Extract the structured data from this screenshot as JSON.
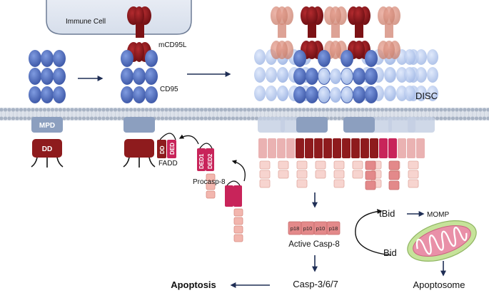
{
  "labels": {
    "immune_cell": "Immune Cell",
    "mcd95l": "mCD95L",
    "mpd": "MPD",
    "dd": "DD",
    "cd95": "CD95",
    "fadd_dd": "DD",
    "fadd_ded": "DED",
    "fadd": "FADD",
    "ded1": "DED1",
    "ded2": "DED2",
    "procasp8": "Procasp-8",
    "disc": "DISC",
    "p18_a": "p18",
    "p10_a": "p10",
    "p10_b": "p10",
    "p18_b": "p18",
    "active_casp8": "Active Casp-8",
    "tbid": "tBid",
    "bid": "Bid",
    "momp": "MOMP",
    "apoptosome": "Apoptosome",
    "casp367": "Casp-3/6/7",
    "apoptosis": "Apoptosis"
  },
  "colors": {
    "receptor_blue": "#4a66b8",
    "receptor_light": "#aec3ea",
    "mpd_gray": "#8c9fbf",
    "dd_red": "#8e1b1d",
    "ligand_red": "#7c1215",
    "ded_pink": "#c8245a",
    "procasp_salmon": "#e3898a",
    "membrane_gray": "#b9c2d0",
    "mito_green": "#c6e39a",
    "mito_pink": "#e990a8",
    "arrow_navy": "#1f2e55"
  }
}
